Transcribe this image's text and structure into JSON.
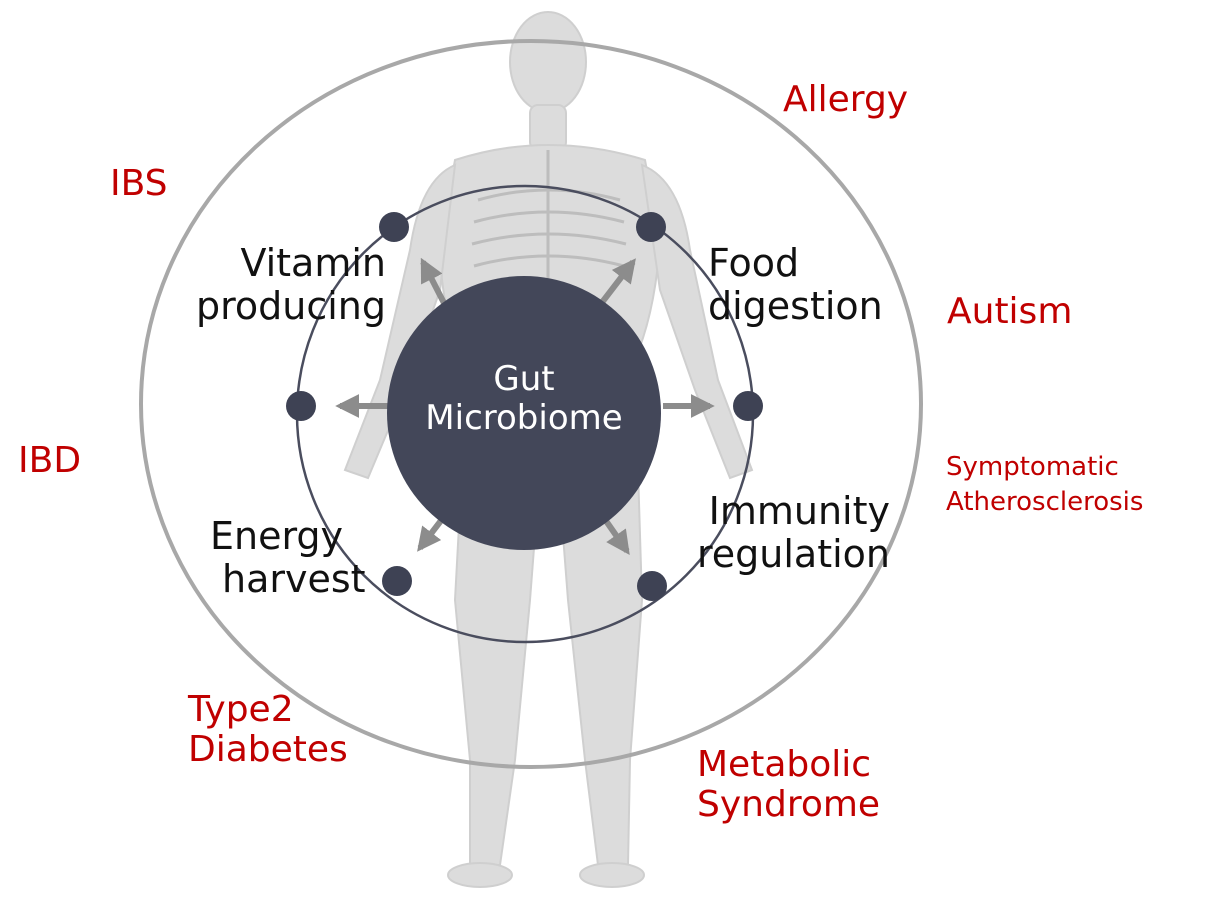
{
  "center": {
    "line1": "Gut",
    "line2": "Microbiome"
  },
  "functions": {
    "vitamin": {
      "line1": "Vitamin",
      "line2": "producing"
    },
    "food": {
      "line1": "Food",
      "line2": "digestion"
    },
    "energy": {
      "line1": "Energy",
      "line2": "harvest"
    },
    "immunity": {
      "line1": "Immunity",
      "line2": "regulation"
    }
  },
  "diseases": {
    "allergy": "Allergy",
    "ibs": "IBS",
    "autism": "Autism",
    "ibd": "IBD",
    "symptomatic": {
      "line1": "Symptomatic",
      "line2": "Atherosclerosis"
    },
    "diabetes": {
      "line1": "Type2",
      "line2": "Diabetes"
    },
    "metabolic": {
      "line1": "Metabolic",
      "line2": "Syndrome"
    }
  },
  "colors": {
    "center_fill": "#434759",
    "node_fill": "#3e4254",
    "disease_text": "#c00000",
    "arrow": "#8c8c8c",
    "outer_ring": "#a8a8a8",
    "inner_ring": "#4a4d5e",
    "body_silhouette": "#d9d9d9"
  }
}
